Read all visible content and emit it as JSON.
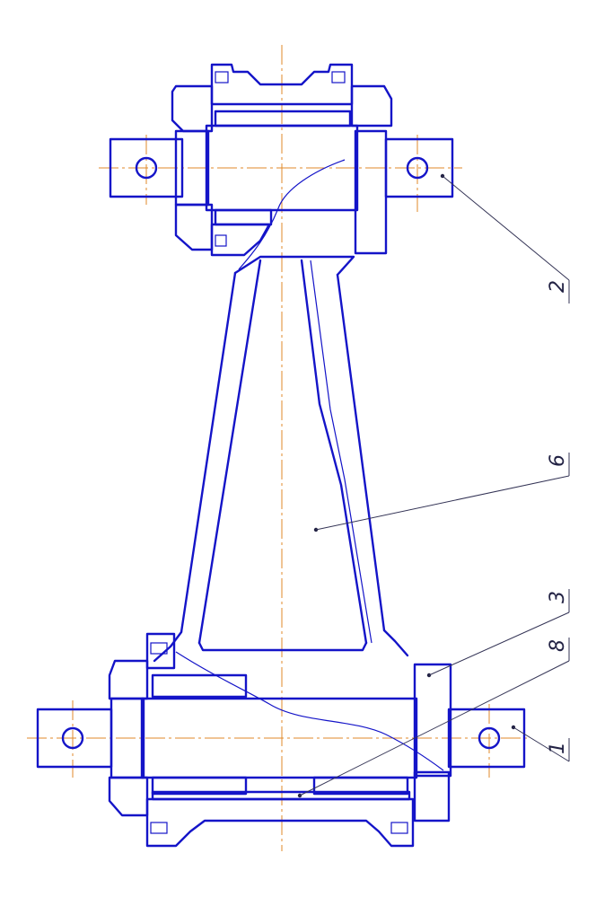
{
  "drawing": {
    "line_color": "#1414c8",
    "axis_color": "#e08a2a",
    "hatch_color": "#1414c8"
  },
  "callouts": [
    {
      "id": "1",
      "text": "1"
    },
    {
      "id": "2",
      "text": "2"
    },
    {
      "id": "3",
      "text": "3"
    },
    {
      "id": "6",
      "text": "6"
    },
    {
      "id": "8",
      "text": "8"
    }
  ]
}
